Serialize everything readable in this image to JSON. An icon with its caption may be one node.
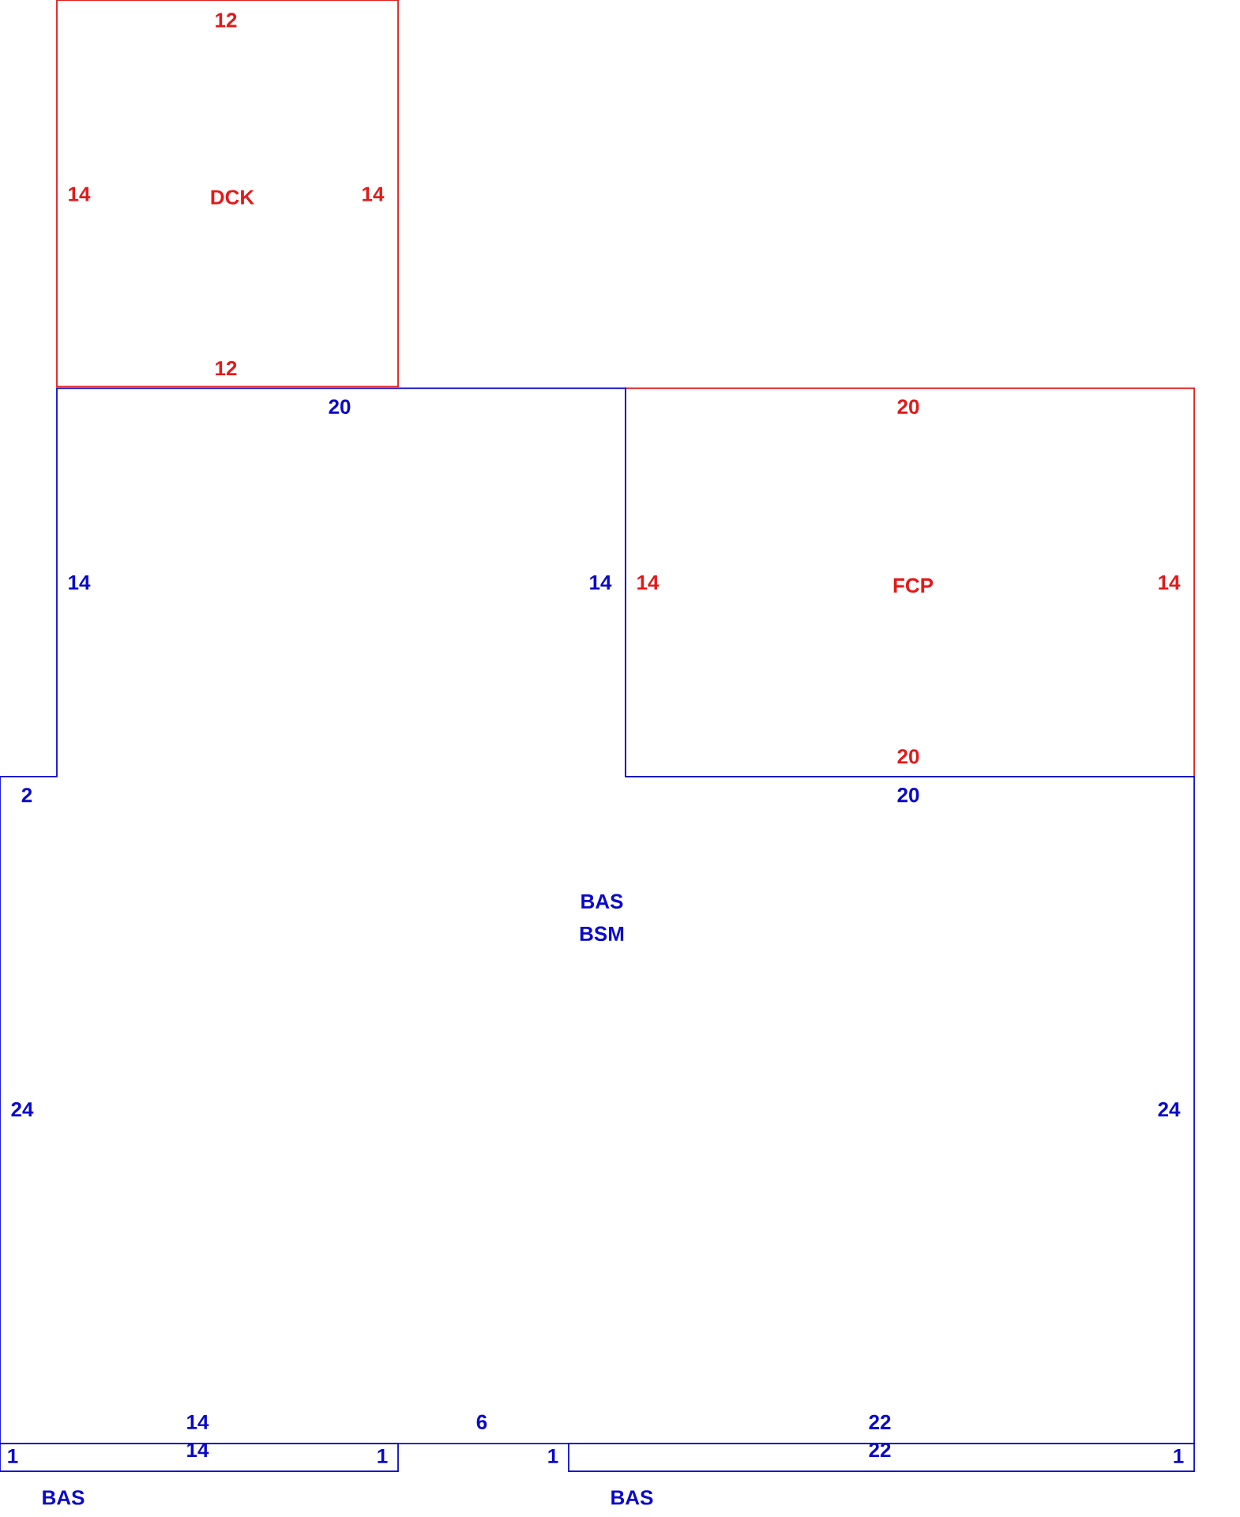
{
  "diagram": {
    "nodes": [
      {
        "text": [
          "DCK",
          "12",
          "14",
          "14",
          "12"
        ]
      },
      {
        "text": [
          "FCP",
          "20",
          "14",
          "14",
          "20"
        ]
      },
      {
        "text": [
          "BAS",
          "BSM",
          "20",
          "14",
          "14",
          "2",
          "20",
          "24",
          "24",
          "14",
          "6",
          "22"
        ]
      },
      {
        "text": [
          "BAS",
          "1",
          "14",
          "1"
        ]
      },
      {
        "text": [
          "BAS",
          "22",
          "1"
        ]
      }
    ],
    "labels": [
      "1"
    ]
  }
}
